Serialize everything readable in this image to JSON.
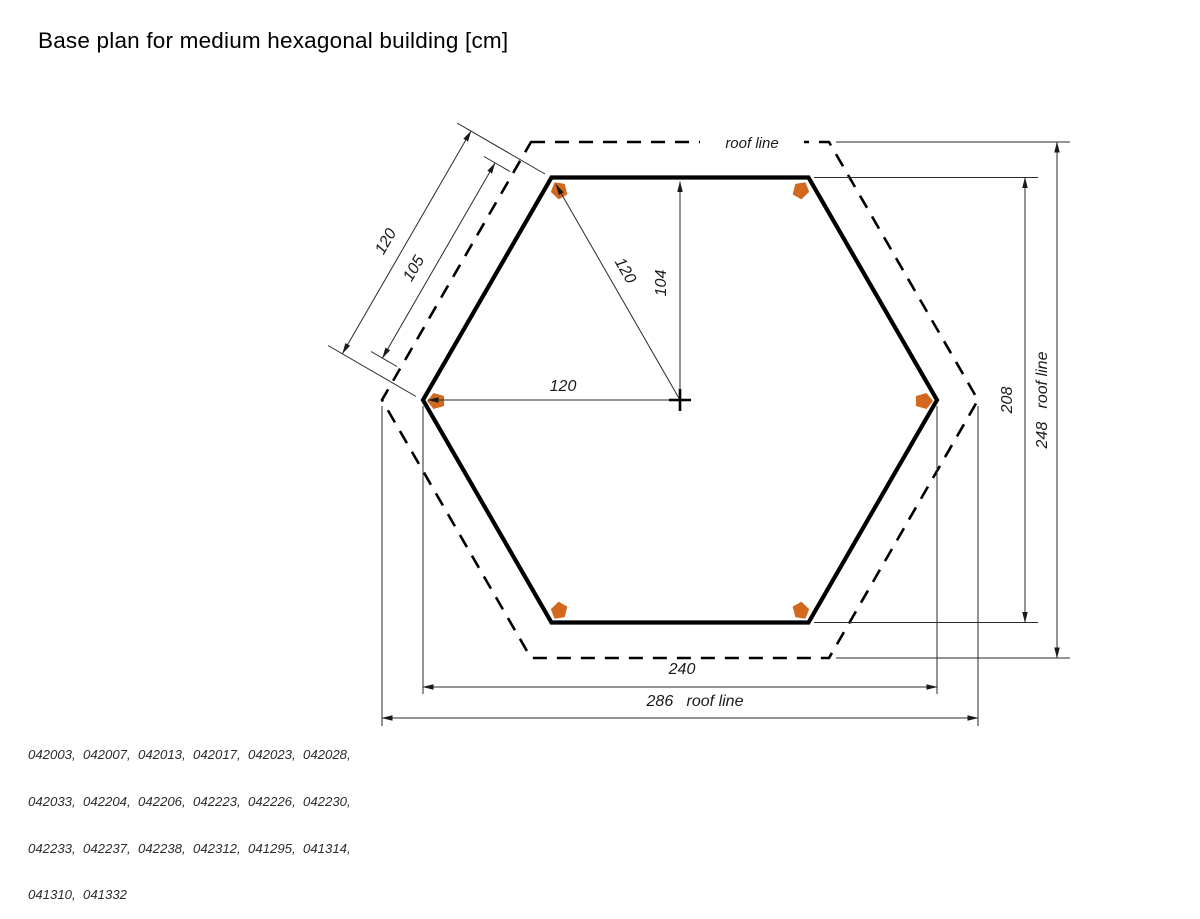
{
  "title": "Base plan for medium hexagonal building [cm]",
  "labels": {
    "roof_line_top": "roof line",
    "edge_roof": "120",
    "edge_wall": "105",
    "radius": "120",
    "half_height": "104",
    "half_width": "120",
    "height_wall": "208",
    "height_roof": "248   roof line",
    "width_wall": "240",
    "width_roof": "286   roof line"
  },
  "codes": {
    "line1": "042003,  042007,  042013,  042017,  042023,  042028,",
    "line2": "042033,  042204,  042206,  042223,  042226,  042230,",
    "line3": "042233,  042237,  042238,  042312,  041295,  041314,",
    "line4": "041310,  041332"
  },
  "colors": {
    "post_marker": "#d2691e",
    "outline": "#000000",
    "dimension": "#2a2a2a"
  }
}
